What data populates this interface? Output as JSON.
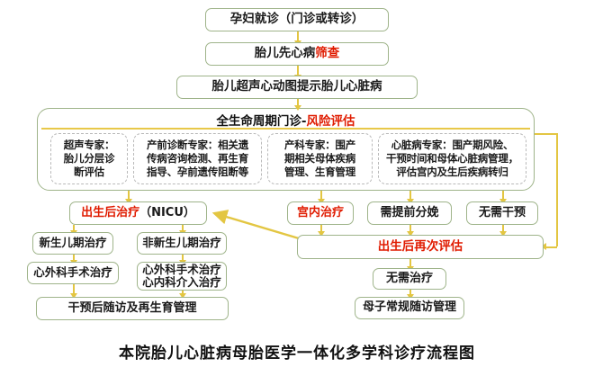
{
  "title": "本院胎儿心脏病母胎医学一体化多学科诊疗流程图",
  "colors": {
    "box_border": "#9fb48a",
    "connector": "#e3c642",
    "accent_red": "#e01b00",
    "divider": "#e8c84a",
    "text": "#1a1a1a",
    "background": "#ffffff"
  },
  "flow": {
    "top": [
      {
        "id": "visit",
        "label": "孕妇就诊（门诊或转诊）"
      },
      {
        "id": "screen_prefix",
        "label": "胎儿先心病",
        "accent": "筛查"
      },
      {
        "id": "echo",
        "label": "胎儿超声心动图提示胎儿心脏病"
      }
    ],
    "panel": {
      "title_plain": "全生命周期门诊-",
      "title_accent": "风险评估",
      "experts": [
        {
          "id": "ultrasound",
          "label": "超声专家：\n胎儿分层诊\n断评估"
        },
        {
          "id": "prenatal",
          "label": "产前诊断专家：相关遗\n传病咨询检测、再生育\n指导、孕前遗传阻断等"
        },
        {
          "id": "obstetric",
          "label": "产科专家：围产\n期相关母体疾病\n管理、生育管理"
        },
        {
          "id": "cardiac",
          "label": "心脏病专家：围产期风险、\n干预时间和母体心脏病管理，\n评估宫内及生后疾病转归"
        }
      ]
    },
    "decisions": [
      {
        "id": "nicu",
        "label": "出生后治疗（NICU）",
        "accent": "出生后治疗",
        "plain": "（NICU）"
      },
      {
        "id": "intrauterine",
        "label": "宫内治疗",
        "accent": true
      },
      {
        "id": "early_deliver",
        "label": "需提前分娩",
        "accent": false
      },
      {
        "id": "no_intervene",
        "label": "无需干预",
        "accent": false
      }
    ],
    "left_branch": [
      {
        "id": "neonatal",
        "label": "新生儿期治疗"
      },
      {
        "id": "non_neonatal",
        "label": "非新生儿期治疗"
      },
      {
        "id": "surgery_a",
        "label": "心外科手术治疗"
      },
      {
        "id": "surgery_b",
        "label": "心外科手术治疗\n心内科介入治疗"
      },
      {
        "id": "followup",
        "label": "干预后随访及再生育管理"
      }
    ],
    "right_branch": [
      {
        "id": "reassess",
        "label": "出生后再次评估",
        "accent": true
      },
      {
        "id": "no_treat",
        "label": "无需治疗",
        "accent": false
      },
      {
        "id": "routine",
        "label": "母子常规随访管理",
        "accent": false
      }
    ]
  }
}
